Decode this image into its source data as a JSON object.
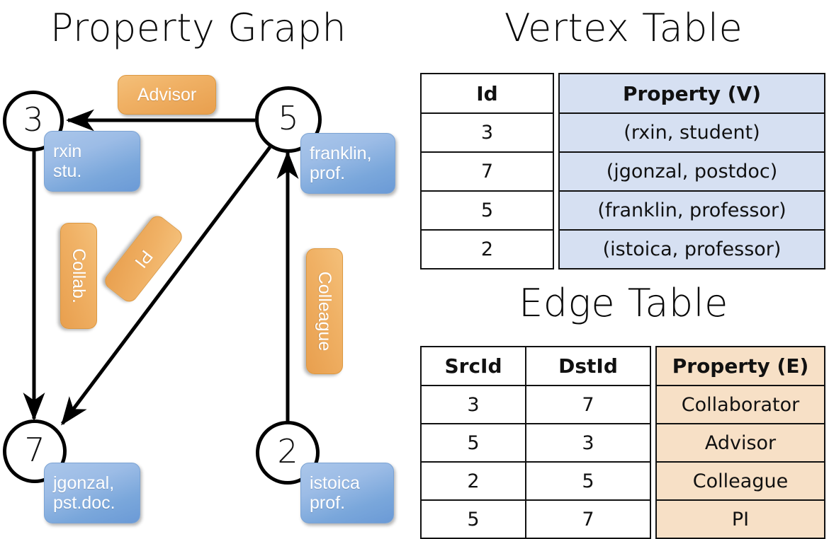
{
  "titles": {
    "property_graph": "Property Graph",
    "vertex_table": "Vertex Table",
    "edge_table": "Edge Table"
  },
  "colors": {
    "vertex_property_fill": "#d6e0f2",
    "edge_property_fill": "#f7e0c6",
    "node_box_blue": "#7aa7db",
    "edge_label_orange": "#f0b165",
    "stroke": "#111111",
    "background": "#ffffff"
  },
  "graph": {
    "vertices": [
      {
        "id": "3",
        "name": "rxin",
        "role": "stu.",
        "box_lines": [
          "rxin",
          "stu."
        ]
      },
      {
        "id": "5",
        "name": "franklin",
        "role": "prof.",
        "box_lines": [
          "franklin,",
          "prof."
        ]
      },
      {
        "id": "7",
        "name": "jgonzal",
        "role": "pst.doc.",
        "box_lines": [
          "jgonzal,",
          "pst.doc."
        ]
      },
      {
        "id": "2",
        "name": "istoica",
        "role": "prof.",
        "box_lines": [
          "istoica",
          "prof."
        ]
      }
    ],
    "edges": [
      {
        "src": "5",
        "dst": "3",
        "label": "Advisor",
        "orientation": "horizontal"
      },
      {
        "src": "3",
        "dst": "7",
        "label": "Collab.",
        "orientation": "vertical"
      },
      {
        "src": "5",
        "dst": "7",
        "label": "PI",
        "orientation": "diagonal"
      },
      {
        "src": "2",
        "dst": "5",
        "label": "Colleague",
        "orientation": "vertical"
      }
    ]
  },
  "vertex_table": {
    "columns": [
      "Id",
      "Property (V)"
    ],
    "rows": [
      {
        "id": "3",
        "property": "(rxin, student)"
      },
      {
        "id": "7",
        "property": "(jgonzal, postdoc)"
      },
      {
        "id": "5",
        "property": "(franklin, professor)"
      },
      {
        "id": "2",
        "property": "(istoica, professor)"
      }
    ]
  },
  "edge_table": {
    "columns": [
      "SrcId",
      "DstId",
      "Property (E)"
    ],
    "rows": [
      {
        "src": "3",
        "dst": "7",
        "property": "Collaborator"
      },
      {
        "src": "5",
        "dst": "3",
        "property": "Advisor"
      },
      {
        "src": "2",
        "dst": "5",
        "property": "Colleague"
      },
      {
        "src": "5",
        "dst": "7",
        "property": "PI"
      }
    ]
  }
}
